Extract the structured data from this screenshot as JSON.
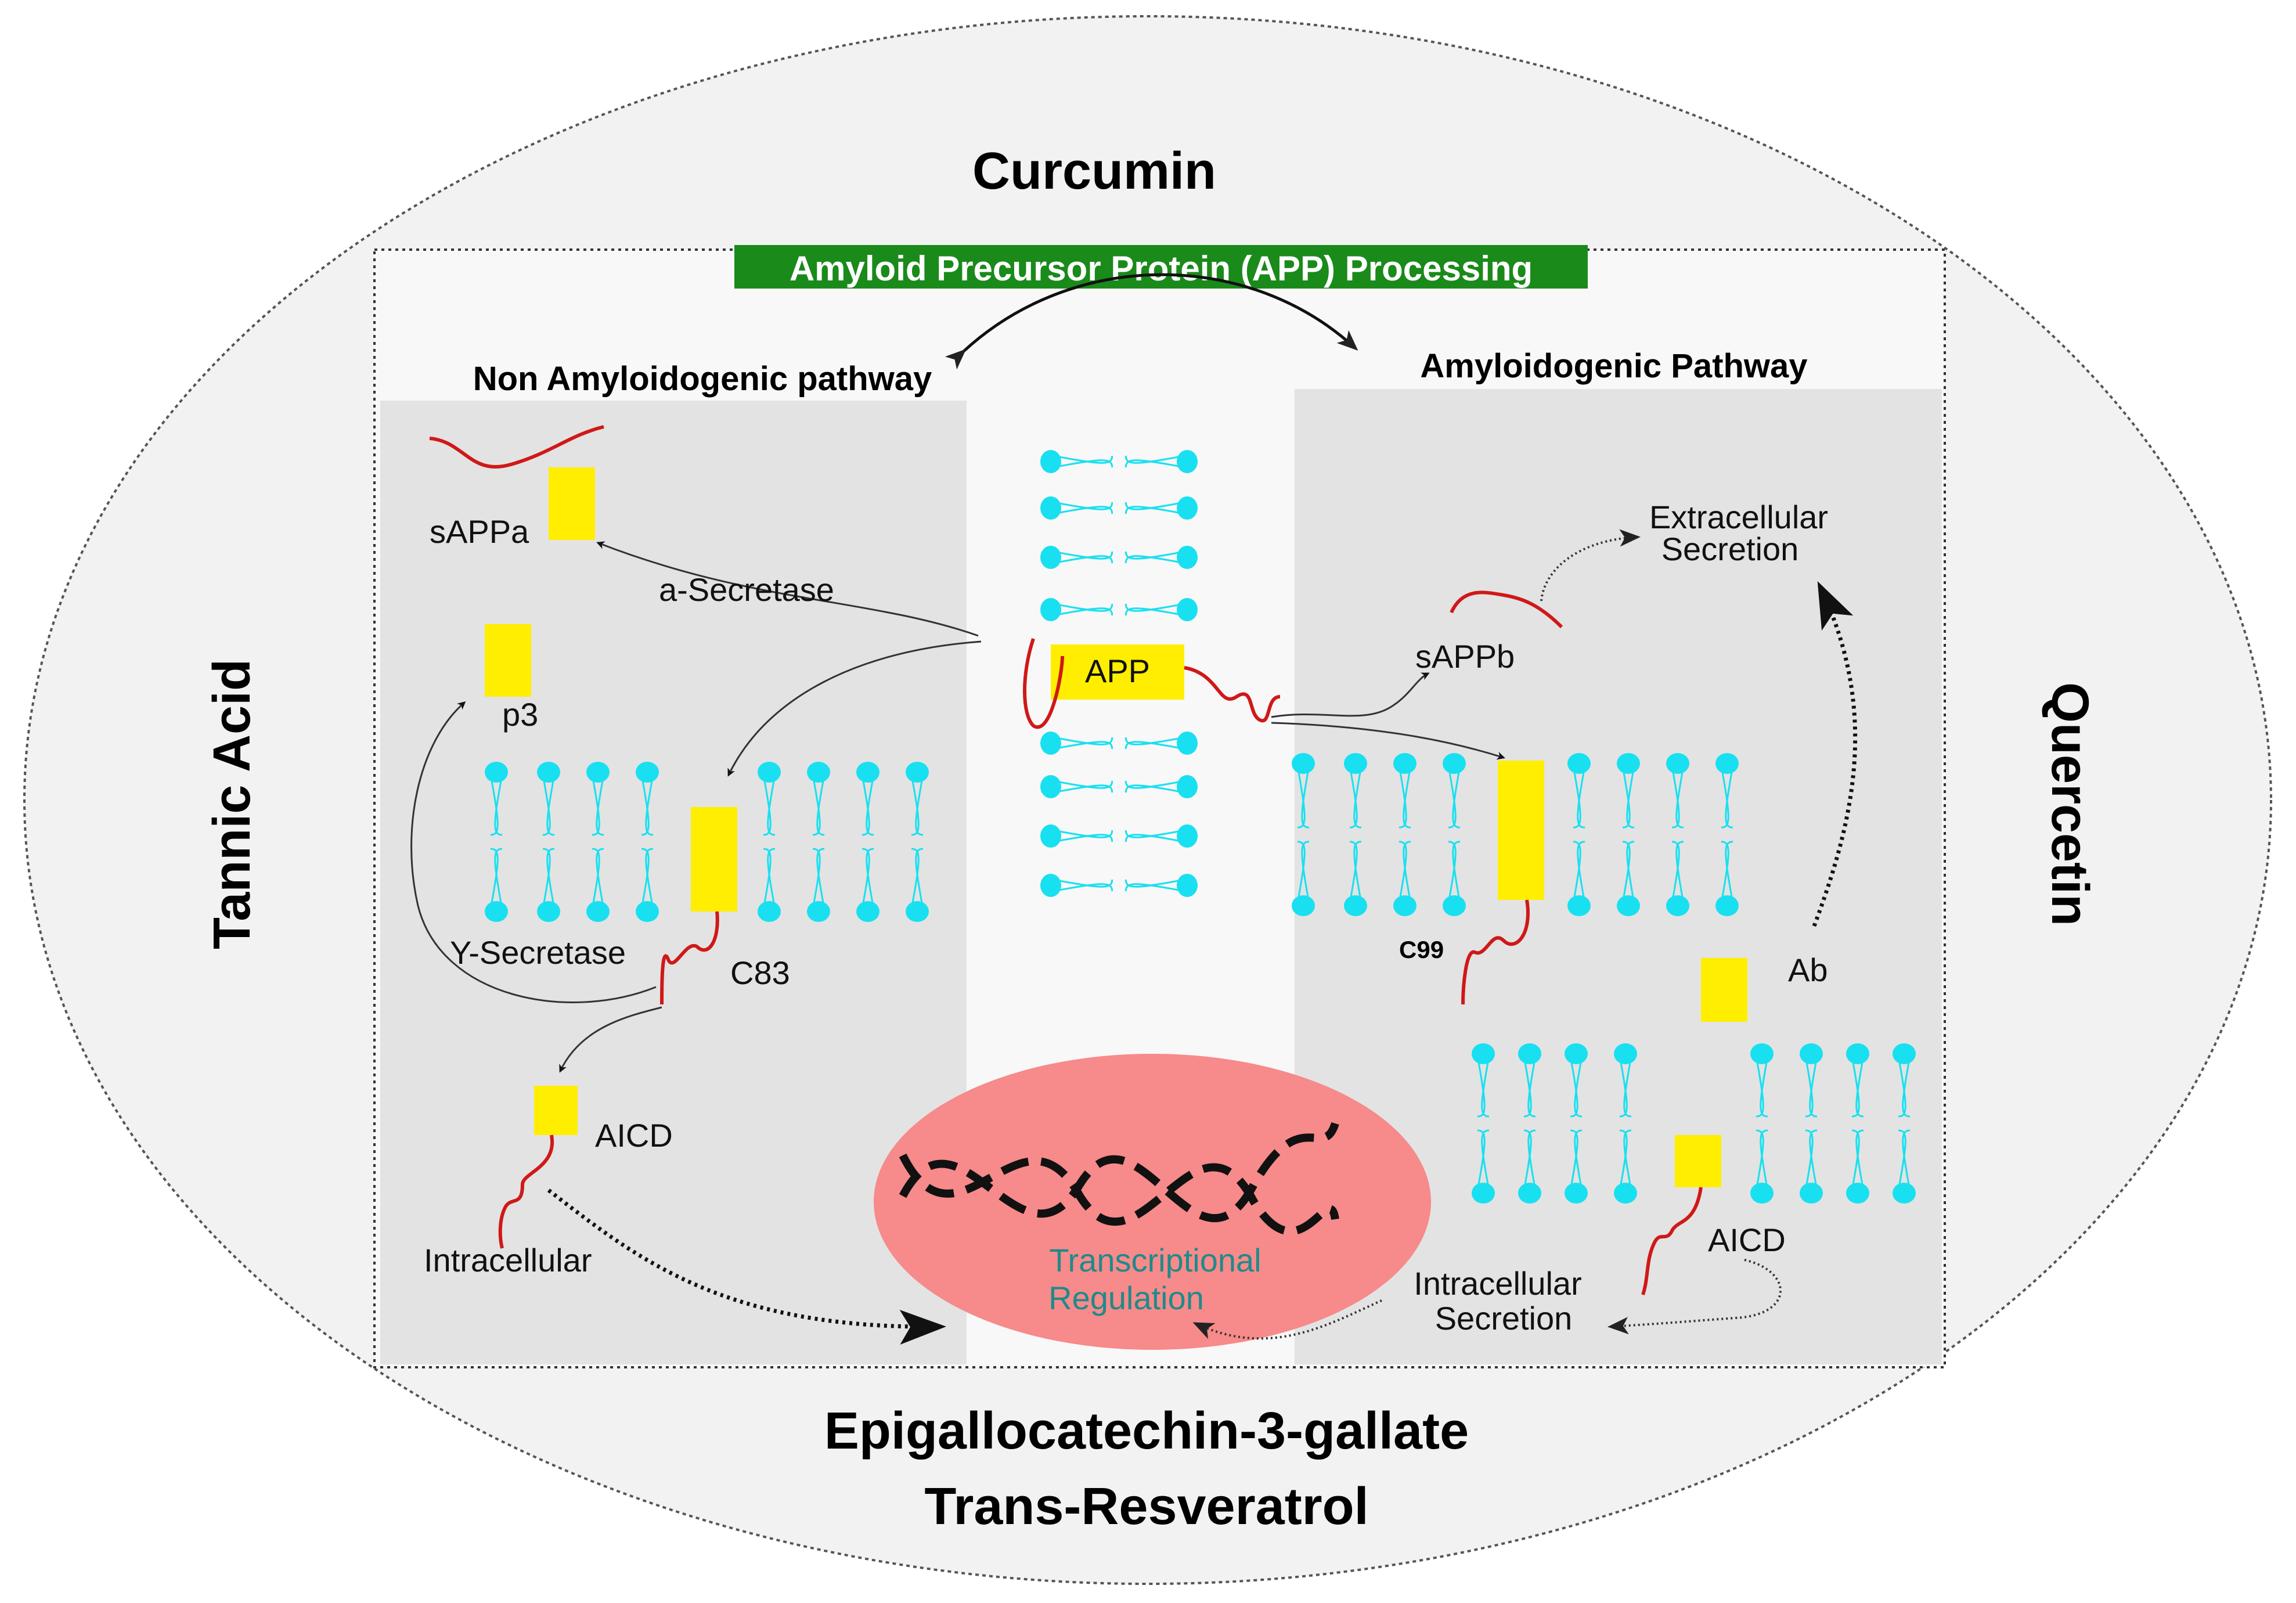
{
  "compounds": {
    "top": "Curcumin",
    "left": "Tannic Acid",
    "right": "Quercetin",
    "bottom_line1": "Epigallocatechin-3-gallate",
    "bottom_line2": "Trans-Resveratrol"
  },
  "banner": {
    "text": "Amyloid Precursor Protein (APP) Processing",
    "color": "#1a8a1a"
  },
  "pathways": {
    "non_amyloidogenic": "Non Amyloidogenic pathway",
    "amyloidogenic": "Amyloidogenic Pathway"
  },
  "labels": {
    "sappa": "sAPPa",
    "a_secretase": "a-Secretase",
    "p3": "p3",
    "y_secretase": "Y-Secretase",
    "c83": "C83",
    "aicd_left": "AICD",
    "intracellular_left": "Intracellular",
    "app": "APP",
    "sappb": "sAPPb",
    "extracellular_1": "Extracellular",
    "extracellular_2": "Secretion",
    "c99": "C99",
    "ab": "Ab",
    "aicd_right": "AICD",
    "intracellular_secretion_1": "Intracellular",
    "intracellular_secretion_2": "Secretion",
    "transcriptional_1": "Transcriptional",
    "transcriptional_2": "Regulation"
  },
  "colors": {
    "protein": "#ffee00",
    "lipid": "#19e0f0",
    "peptide": "#d01818",
    "nucleus": "#f78a8a",
    "panel": "#e3e3e3",
    "transcription_text": "#1f8a8a"
  }
}
